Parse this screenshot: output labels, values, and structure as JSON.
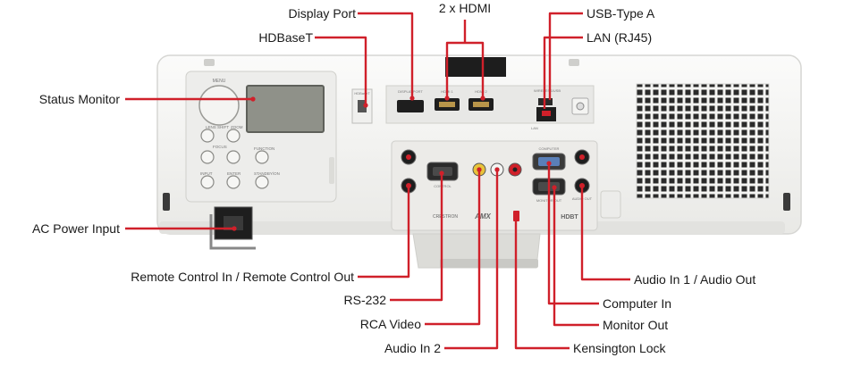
{
  "labels": {
    "display_port": "Display Port",
    "hdmi": "2 x HDMI",
    "usb": "USB-Type A",
    "lan": "LAN (RJ45)",
    "hdbaset": "HDBaseT",
    "status_monitor": "Status Monitor",
    "ac_power": "AC Power Input",
    "remote": "Remote Control In / Remote Control Out",
    "rs232": "RS-232",
    "rca_video": "RCA Video",
    "audio_in2": "Audio In 2",
    "audio_in1_out": "Audio In 1 / Audio Out",
    "computer_in": "Computer In",
    "monitor_out": "Monitor Out",
    "kensington": "Kensington Lock"
  },
  "panel_text": {
    "menu": "MENU",
    "lens_shift": "LENS SHIFT",
    "zoom": "ZOOM",
    "focus": "FOCUS",
    "input": "INPUT",
    "enter": "ENTER",
    "standby_on": "STANDBY/ON",
    "function": "FUNCTION",
    "display_port_silk": "DISPLAYPORT",
    "hdmi1": "HDMI 1",
    "hdmi2": "HDMI 2",
    "hdbaset_silk": "HDBaseT",
    "wireless": "WIRELESS/USB",
    "lan_silk": "LAN",
    "computer_silk": "COMPUTER",
    "monitor_out_silk": "MONITOR OUT",
    "control": "CONTROL",
    "audio_out_silk": "AUDIO OUT",
    "crestron": "CRESTRON",
    "amx": "AMX",
    "hdbt": "HDBT"
  },
  "colors": {
    "accent": "#d0202a",
    "text": "#1a1a1a",
    "body": "#f3f3f1",
    "panel": "#e8e8e6"
  }
}
